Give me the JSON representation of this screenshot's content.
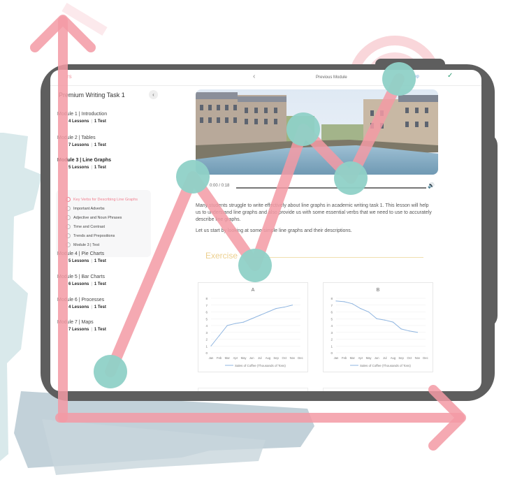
{
  "topbar": {
    "logo_fragment": "rs",
    "prev_module_label": "Previous Module",
    "prev_chevron": "‹",
    "next_fragment": "ep",
    "check_glyph": "✓"
  },
  "sidebar": {
    "course_title": "Premium Writing Task 1",
    "collapse_glyph": "‹",
    "modules": [
      {
        "name": "Module 1 | Introduction",
        "lessons": "4 Lessons",
        "tests": "1 Test"
      },
      {
        "name": "Module 2 | Tables",
        "lessons": "7 Lessons",
        "tests": "1 Test"
      },
      {
        "name": "Module 3 | Line Graphs",
        "lessons": "5 Lessons",
        "tests": "1 Test"
      },
      {
        "name": "Module 4 | Pie Charts",
        "lessons": "5 Lessons",
        "tests": "1 Test"
      },
      {
        "name": "Module 5 | Bar Charts",
        "lessons": "6 Lessons",
        "tests": "1 Test"
      },
      {
        "name": "Module 6 | Processes",
        "lessons": "4 Lessons",
        "tests": "1 Test"
      },
      {
        "name": "Module 7 | Maps",
        "lessons": "7 Lessons",
        "tests": "1 Test"
      }
    ],
    "lessons": [
      "Key Verbs for Describing Line Graphs",
      "Important Adverbs",
      "Adjective and Noun Phrases",
      "Time and Contrast",
      "Trends and Prepositions",
      "Module 3 | Test"
    ]
  },
  "audio": {
    "time": "0:00 / 0:18",
    "volume_glyph": "🔊"
  },
  "content": {
    "paragraph1": "Many students struggle to write effectively about line graphs in academic writing task 1. This lesson will help us to understand line graphs and also provide us with some essential verbs that we need to use to accurately describe line graphs.",
    "paragraph2": "Let us start by looking at some simple line graphs and their descriptions.",
    "exercise_title": "Exercise"
  },
  "colors": {
    "accent_pink": "#f39aa5",
    "teal_node": "#8fd1c7",
    "tablet_frame": "#5e5e5e",
    "exercise_gold": "#eccf8e",
    "chart_line": "#8fb5e0"
  },
  "chart_data": [
    {
      "type": "line",
      "title": "A",
      "categories": [
        "Jan",
        "Feb",
        "Mar",
        "Apr",
        "May",
        "Jun",
        "Jul",
        "Aug",
        "Sep",
        "Oct",
        "Nov",
        "Dec"
      ],
      "series": [
        {
          "name": "Sales of Coffee (Thousands of Tons)",
          "values": [
            1,
            2.5,
            4,
            4.3,
            4.5,
            5,
            5.5,
            6,
            6.5,
            6.7,
            7
          ]
        }
      ],
      "ylim": [
        0,
        8
      ],
      "yticks": [
        0,
        1,
        2,
        3,
        4,
        5,
        6,
        7,
        8
      ],
      "grid": true,
      "legend": "bottom"
    },
    {
      "type": "line",
      "title": "B",
      "categories": [
        "Jan",
        "Feb",
        "Mar",
        "Apr",
        "May",
        "Jun",
        "Jul",
        "Aug",
        "Sep",
        "Oct",
        "Nov",
        "Dec"
      ],
      "series": [
        {
          "name": "Sales of Coffee (Thousands of Tons)",
          "values": [
            7.6,
            7.5,
            7.2,
            6.5,
            6,
            5,
            4.8,
            4.5,
            3.5,
            3.2,
            3
          ]
        }
      ],
      "ylim": [
        0,
        8
      ],
      "yticks": [
        0,
        1,
        2,
        3,
        4,
        5,
        6,
        7,
        8
      ],
      "grid": true,
      "legend": "bottom"
    }
  ]
}
